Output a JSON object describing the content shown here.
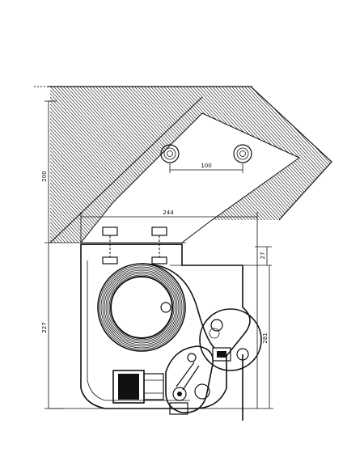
{
  "drawing": {
    "dimensions": {
      "bolt_spacing": "100",
      "plate_width": "244",
      "upper_height": "200",
      "lower_height": "227",
      "offset": "27",
      "right_height": "281"
    }
  }
}
